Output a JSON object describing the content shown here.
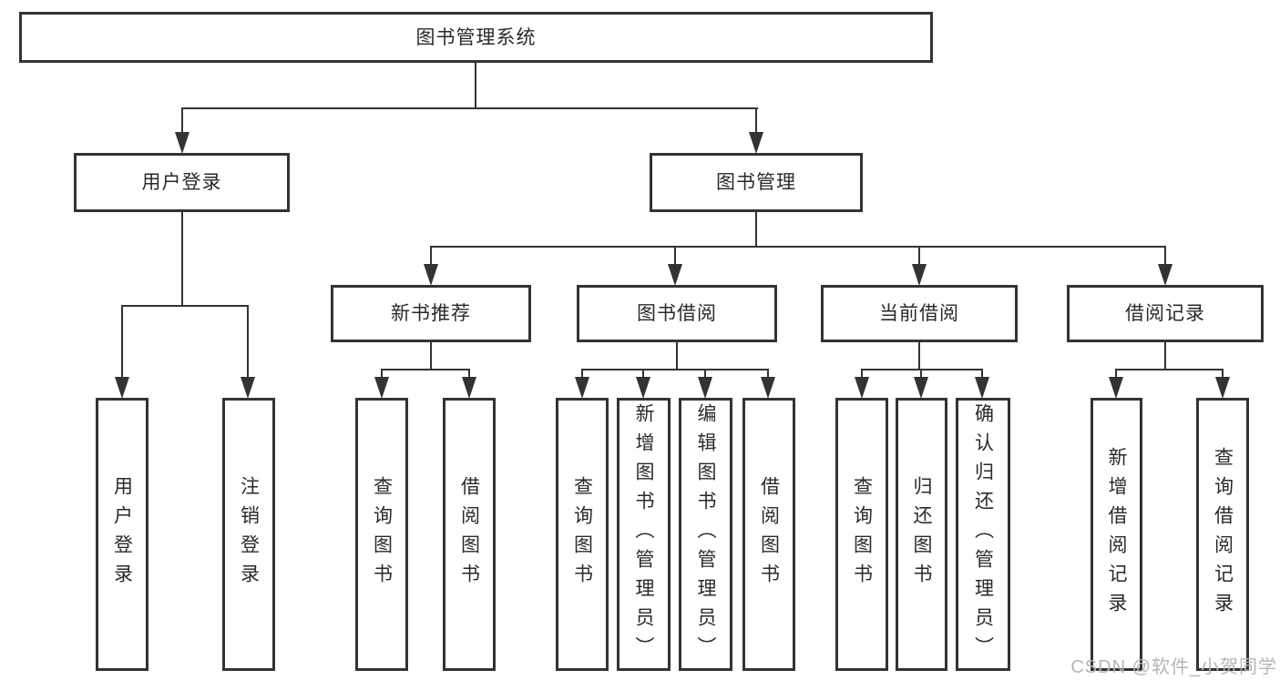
{
  "diagram": {
    "title": "图书管理系统",
    "level2": [
      {
        "label": "用户登录"
      },
      {
        "label": "图书管理"
      }
    ],
    "level3": [
      {
        "label": "新书推荐"
      },
      {
        "label": "图书借阅"
      },
      {
        "label": "当前借阅"
      },
      {
        "label": "借阅记录"
      }
    ],
    "leaves": [
      {
        "label": "用户登录"
      },
      {
        "label": "注销登录"
      },
      {
        "label": "查询图书"
      },
      {
        "label": "借阅图书"
      },
      {
        "label": "查询图书"
      },
      {
        "label": "新增图书（管理员）"
      },
      {
        "label": "编辑图书（管理员）"
      },
      {
        "label": "借阅图书"
      },
      {
        "label": "查询图书"
      },
      {
        "label": "归还图书"
      },
      {
        "label": "确认归还（管理员）"
      },
      {
        "label": "新增借阅记录"
      },
      {
        "label": "查询借阅记录"
      }
    ]
  },
  "watermark": "CSDN @软件_小贺同学",
  "colors": {
    "line": "#333333",
    "box_background": "#ffffff",
    "text": "#2a2a2a",
    "watermark": "#b5b5b5",
    "page_background": "#ffffff"
  }
}
